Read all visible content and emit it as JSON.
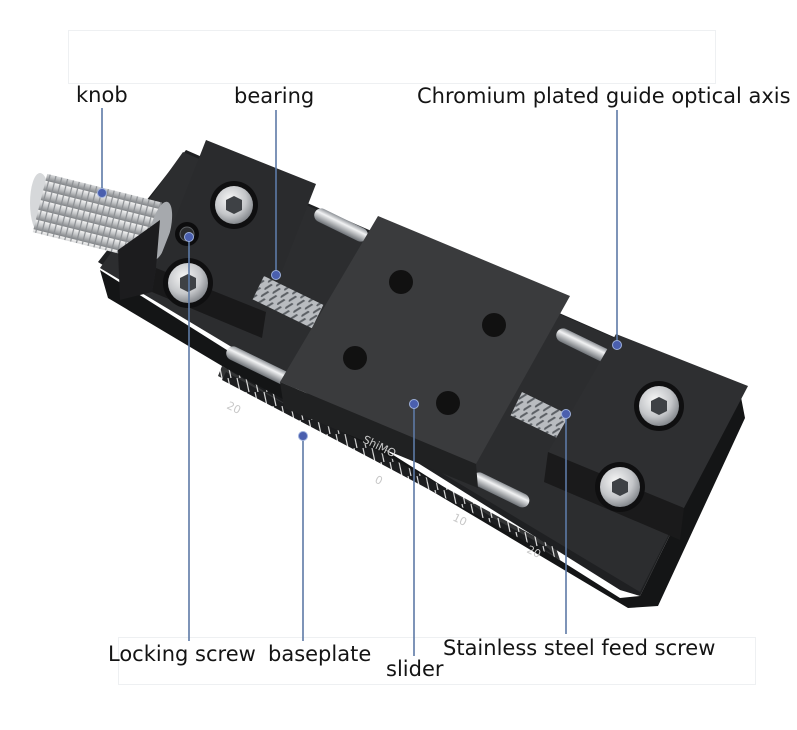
{
  "labels": {
    "knob": "knob",
    "bearing": "bearing",
    "guide_axis": "Chromium plated guide optical axis",
    "locking_screw": "Locking screw",
    "baseplate": "baseplate",
    "slider": "slider",
    "feed_screw": "Stainless steel feed screw"
  },
  "engraving": {
    "brand": "ShiMO",
    "scale_start": "20",
    "scale_mid": "0",
    "scale_ten": "10",
    "scale_end": "20"
  },
  "colors": {
    "leader_line": "#5d7aa6",
    "marker_dot": "#4a5fae",
    "body": "#222324",
    "steel": "#c9ccd0"
  }
}
